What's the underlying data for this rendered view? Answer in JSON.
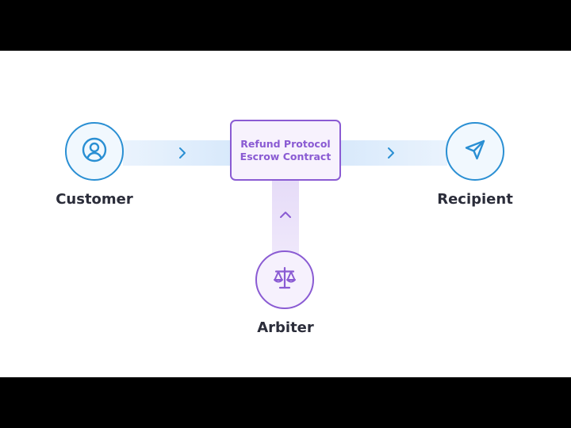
{
  "diagram": {
    "contract": {
      "line1": "Refund Protocol",
      "line2": "Escrow Contract"
    },
    "nodes": {
      "customer": {
        "label": "Customer",
        "icon": "user-circle-icon"
      },
      "recipient": {
        "label": "Recipient",
        "icon": "send-icon"
      },
      "arbiter": {
        "label": "Arbiter",
        "icon": "scales-icon"
      }
    },
    "colors": {
      "blue_accent": "#2a8fd3",
      "purple_accent": "#8a5bd3",
      "label_text": "#2b2d3a",
      "background": "#ffffff",
      "letterbox": "#000000"
    }
  }
}
